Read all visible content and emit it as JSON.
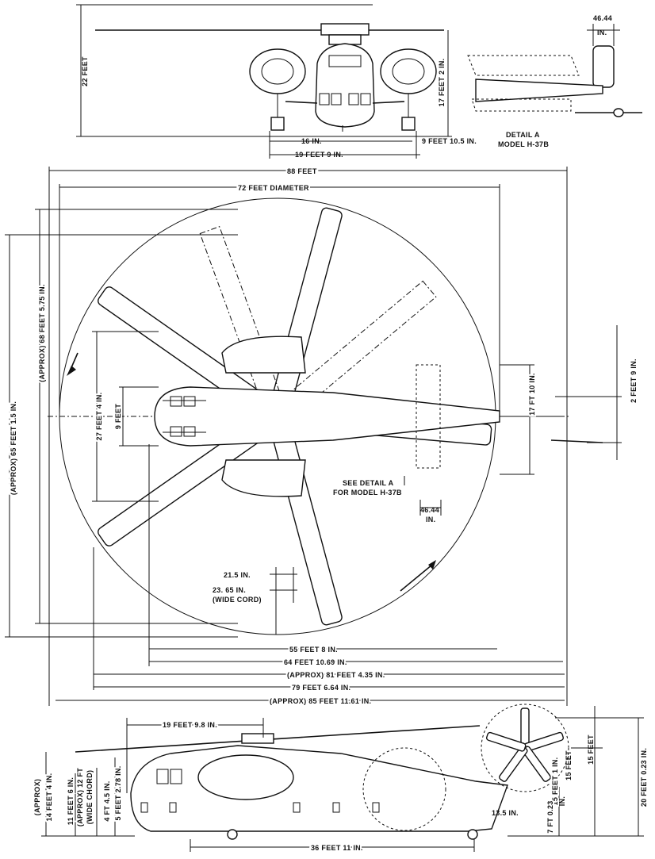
{
  "front_view": {
    "height_total": "22 FEET",
    "height_rotor": "17 FEET 2 IN.",
    "width_inner": "16 IN.",
    "width_outer": "19 FEET 9 IN.",
    "tread": "9 FEET 10.5 IN."
  },
  "detail_a": {
    "dim": "46.44",
    "dim_unit": "IN.",
    "label_line1": "DETAIL A",
    "label_line2": "MODEL H-37B"
  },
  "top_view": {
    "overall_length": "88 FEET",
    "rotor_diameter": "72 FEET DIAMETER",
    "approx_65": "(APPROX) 65 FEET 1.5 IN.",
    "approx_68": "(APPROX) 68 FEET 5.75 IN.",
    "fuselage_width": "27 FEET 4 IN.",
    "cabin_width": "9 FEET",
    "tail_span": "17 FT 10 IN.",
    "tail_offset": "2 FEET 9 IN.",
    "see_detail_1": "SEE DETAIL A",
    "see_detail_2": "FOR MODEL H-37B",
    "detail_dim": "46.44",
    "detail_dim_unit": "IN.",
    "blade_chord_1": "21.5 IN.",
    "blade_chord_2": "23. 65 IN.",
    "blade_chord_note": "(WIDE CORD)",
    "dim_55": "55 FEET 8 IN.",
    "dim_64": "64 FEET 10.69 IN.",
    "dim_81": "(APPROX) 81 FEET 4.35 IN.",
    "dim_79": "79 FEET 6.64 IN.",
    "dim_85": "(APPROX) 85 FEET 11.61 IN."
  },
  "side_view": {
    "rotor_offset": "19 FEET 9.8 IN.",
    "approx_14": "(APPROX)",
    "approx_14b": "14 FEET 4 IN.",
    "approx_11": "11 FEET 6 IN.",
    "approx_11b": "(APPROX) 12 FT",
    "approx_11c": "(WIDE CHORD)",
    "dim_4ft": "4 FT 4.5 IN.",
    "dim_5ft": "5 FEET 2.78 IN.",
    "tail_15a": "15 FEET",
    "tail_15b": "15 FEET 1 IN.",
    "tail_15c": "15 FEET",
    "tail_20": "20 FEET 0.23 IN.",
    "tail_7": "7 FT 0.23",
    "tail_7u": "IN.",
    "tail_13": "13.5 IN.",
    "wheelbase": "36 FEET 11 IN."
  }
}
